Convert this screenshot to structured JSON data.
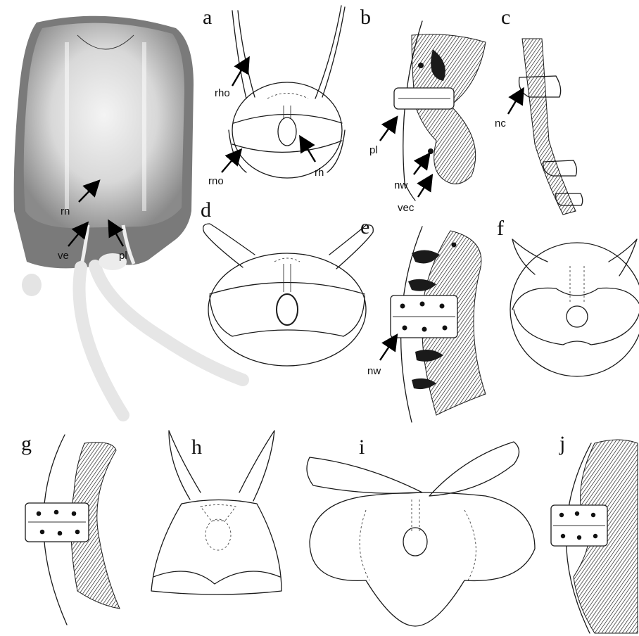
{
  "panels": {
    "a": "a",
    "b": "b",
    "c": "c",
    "d": "d",
    "e": "e",
    "f": "f",
    "g": "g",
    "h": "h",
    "i": "i",
    "j": "j"
  },
  "photo_labels": {
    "rn": "rn",
    "ve": "ve",
    "pl": "pl"
  },
  "a_labels": {
    "rho": "rho",
    "rh": "rh",
    "rno": "rno"
  },
  "b_labels": {
    "pl": "pl",
    "nw": "nw",
    "vec": "vec"
  },
  "c_labels": {
    "nc": "nc"
  },
  "e_labels": {
    "nw": "nw"
  },
  "colors": {
    "photo_background": "#7a7a7a",
    "ink": "#1a1a1a",
    "paper": "#ffffff"
  }
}
